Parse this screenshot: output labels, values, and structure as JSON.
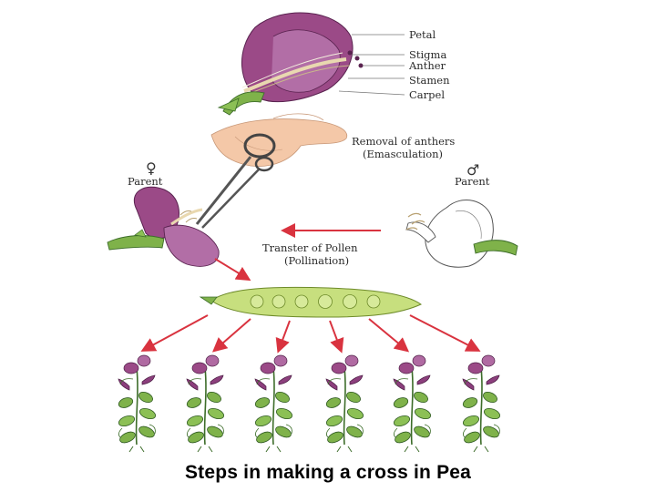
{
  "labels": {
    "petal": "Petal",
    "stigma": "Stigma",
    "anther": "Anther",
    "stamen": "Stamen",
    "carpel": "Carpel",
    "emasculation_line1": "Removal of anthers",
    "emasculation_line2": "(Emasculation)",
    "female_symbol": "♀",
    "female_parent": "Parent",
    "male_symbol": "♂",
    "male_parent": "Parent",
    "pollination_line1": "Transter of Pollen",
    "pollination_line2": "(Pollination)"
  },
  "caption": "Steps in making a cross in Pea",
  "colors": {
    "petal_purple": "#9b4a87",
    "petal_light": "#c98dbb",
    "stem_green": "#7fb24a",
    "pod_green": "#c7df7e",
    "arrow_red": "#d9333f",
    "skin": "#f4c8a8"
  },
  "offspring_count": 6
}
